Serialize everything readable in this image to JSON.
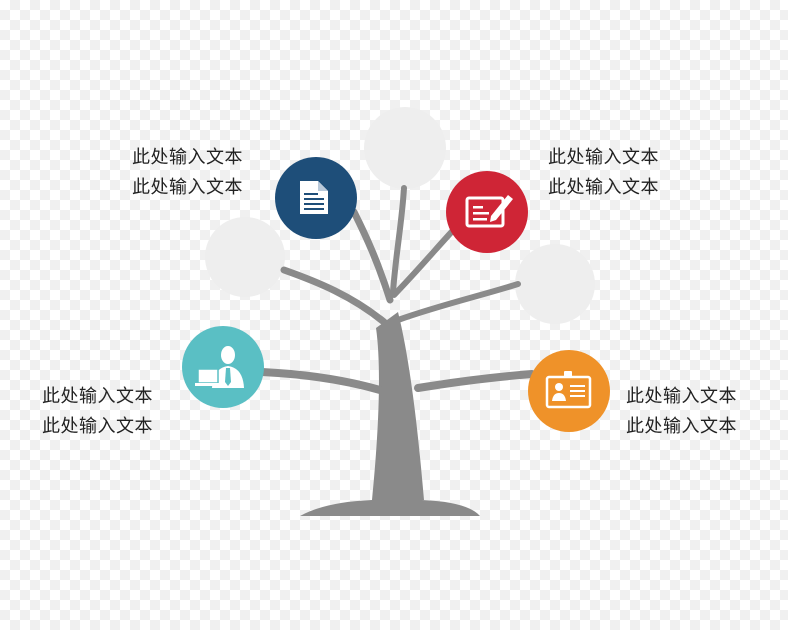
{
  "diagram": {
    "text_blocks": {
      "top_left": {
        "line1": "此处输入文本",
        "line2": "此处输入文本"
      },
      "top_right": {
        "line1": "此处输入文本",
        "line2": "此处输入文本"
      },
      "bottom_left": {
        "line1": "此处输入文本",
        "line2": "此处输入文本"
      },
      "bottom_right": {
        "line1": "此处输入文本",
        "line2": "此处输入文本"
      }
    },
    "nodes": [
      {
        "icon": "document-icon",
        "color": "#1e4e79"
      },
      {
        "icon": "edit-document-icon",
        "color": "#cf2536"
      },
      {
        "icon": "businessman-icon",
        "color": "#5abfc4"
      },
      {
        "icon": "id-card-icon",
        "color": "#ef9229"
      }
    ],
    "tree_color": "#8a8a8a",
    "placeholder_color": "#eeeeee"
  }
}
